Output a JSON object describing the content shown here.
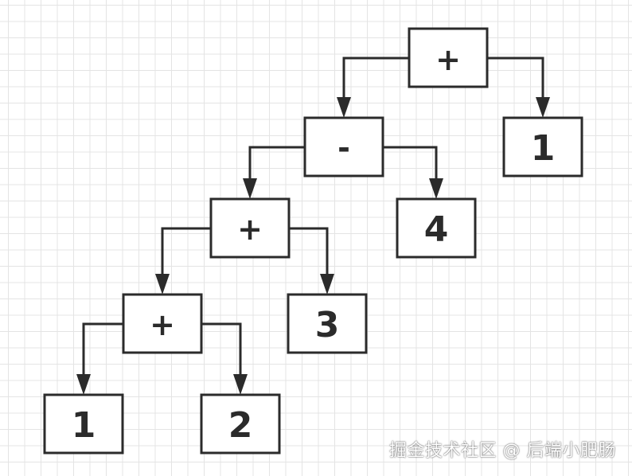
{
  "diagram": {
    "nodes": {
      "root_plus": {
        "label": "+"
      },
      "minus": {
        "label": "-"
      },
      "leaf_one_right": {
        "label": "1"
      },
      "plus_mid": {
        "label": "+"
      },
      "leaf_four": {
        "label": "4"
      },
      "plus_low": {
        "label": "+"
      },
      "leaf_three": {
        "label": "3"
      },
      "leaf_one_left": {
        "label": "1"
      },
      "leaf_two": {
        "label": "2"
      }
    },
    "edges": [
      {
        "from": "root_plus",
        "to": "minus"
      },
      {
        "from": "root_plus",
        "to": "leaf_one_right"
      },
      {
        "from": "minus",
        "to": "plus_mid"
      },
      {
        "from": "minus",
        "to": "leaf_four"
      },
      {
        "from": "plus_mid",
        "to": "plus_low"
      },
      {
        "from": "plus_mid",
        "to": "leaf_three"
      },
      {
        "from": "plus_low",
        "to": "leaf_one_left"
      },
      {
        "from": "plus_low",
        "to": "leaf_two"
      }
    ]
  },
  "watermark": {
    "text": "掘金技术社区 @ 后端小肥肠"
  },
  "colors": {
    "stroke": "#2b2b2b",
    "grid": "#e4e4e4",
    "background": "#ffffff"
  }
}
